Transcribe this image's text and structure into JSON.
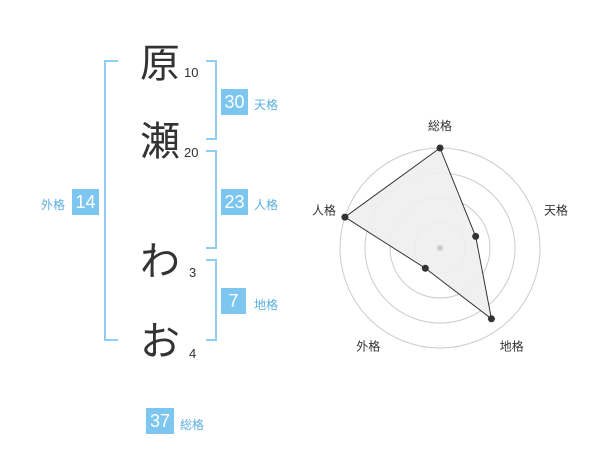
{
  "name": {
    "chars": [
      {
        "char": "原",
        "strokes": "10"
      },
      {
        "char": "瀬",
        "strokes": "20"
      },
      {
        "char": "わ",
        "strokes": "3"
      },
      {
        "char": "お",
        "strokes": "4"
      }
    ]
  },
  "fortune": {
    "tenkaku": {
      "value": "30",
      "label": "天格"
    },
    "jinkaku": {
      "value": "23",
      "label": "人格"
    },
    "chikaku": {
      "value": "7",
      "label": "地格"
    },
    "gaikaku": {
      "value": "14",
      "label": "外格"
    },
    "soukaku": {
      "value": "37",
      "label": "総格"
    }
  },
  "radar": {
    "axes": [
      "総格",
      "天格",
      "地格",
      "外格",
      "人格"
    ],
    "levels": 4,
    "values": [
      4,
      1.5,
      3.5,
      1,
      4
    ],
    "max": 4,
    "colors": {
      "fill": "#eeeeee",
      "line": "#333333",
      "grid": "#cccccc",
      "point": "#333333",
      "center": "#cccccc"
    }
  }
}
